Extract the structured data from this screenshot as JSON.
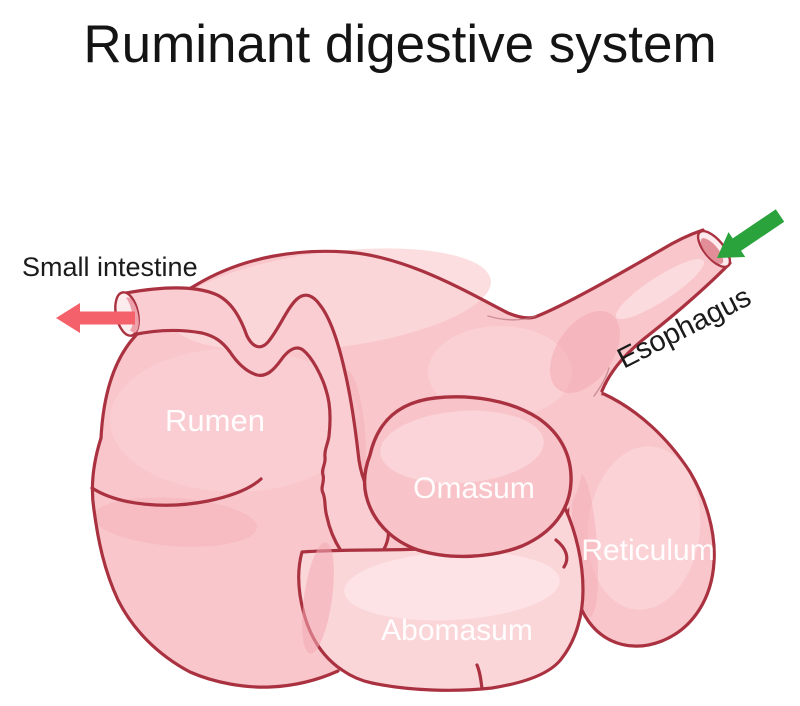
{
  "title": "Ruminant digestive system",
  "diagram": {
    "labels": {
      "small_intestine": "Small intestine",
      "esophagus": "Esophagus",
      "rumen": "Rumen",
      "omasum": "Omasum",
      "reticulum": "Reticulum",
      "abomasum": "Abomasum"
    },
    "colors": {
      "body_fill": "#f8c6cb",
      "tube_fill": "#f9cdd1",
      "omasum_fill": "#f8c4c9",
      "abomasum_fill": "#fbd6d9",
      "reticulum_fill": "#f8c6cb",
      "outline": "#aa3240",
      "arrow_in": "#2aa33c",
      "arrow_out": "#f4616b"
    }
  }
}
